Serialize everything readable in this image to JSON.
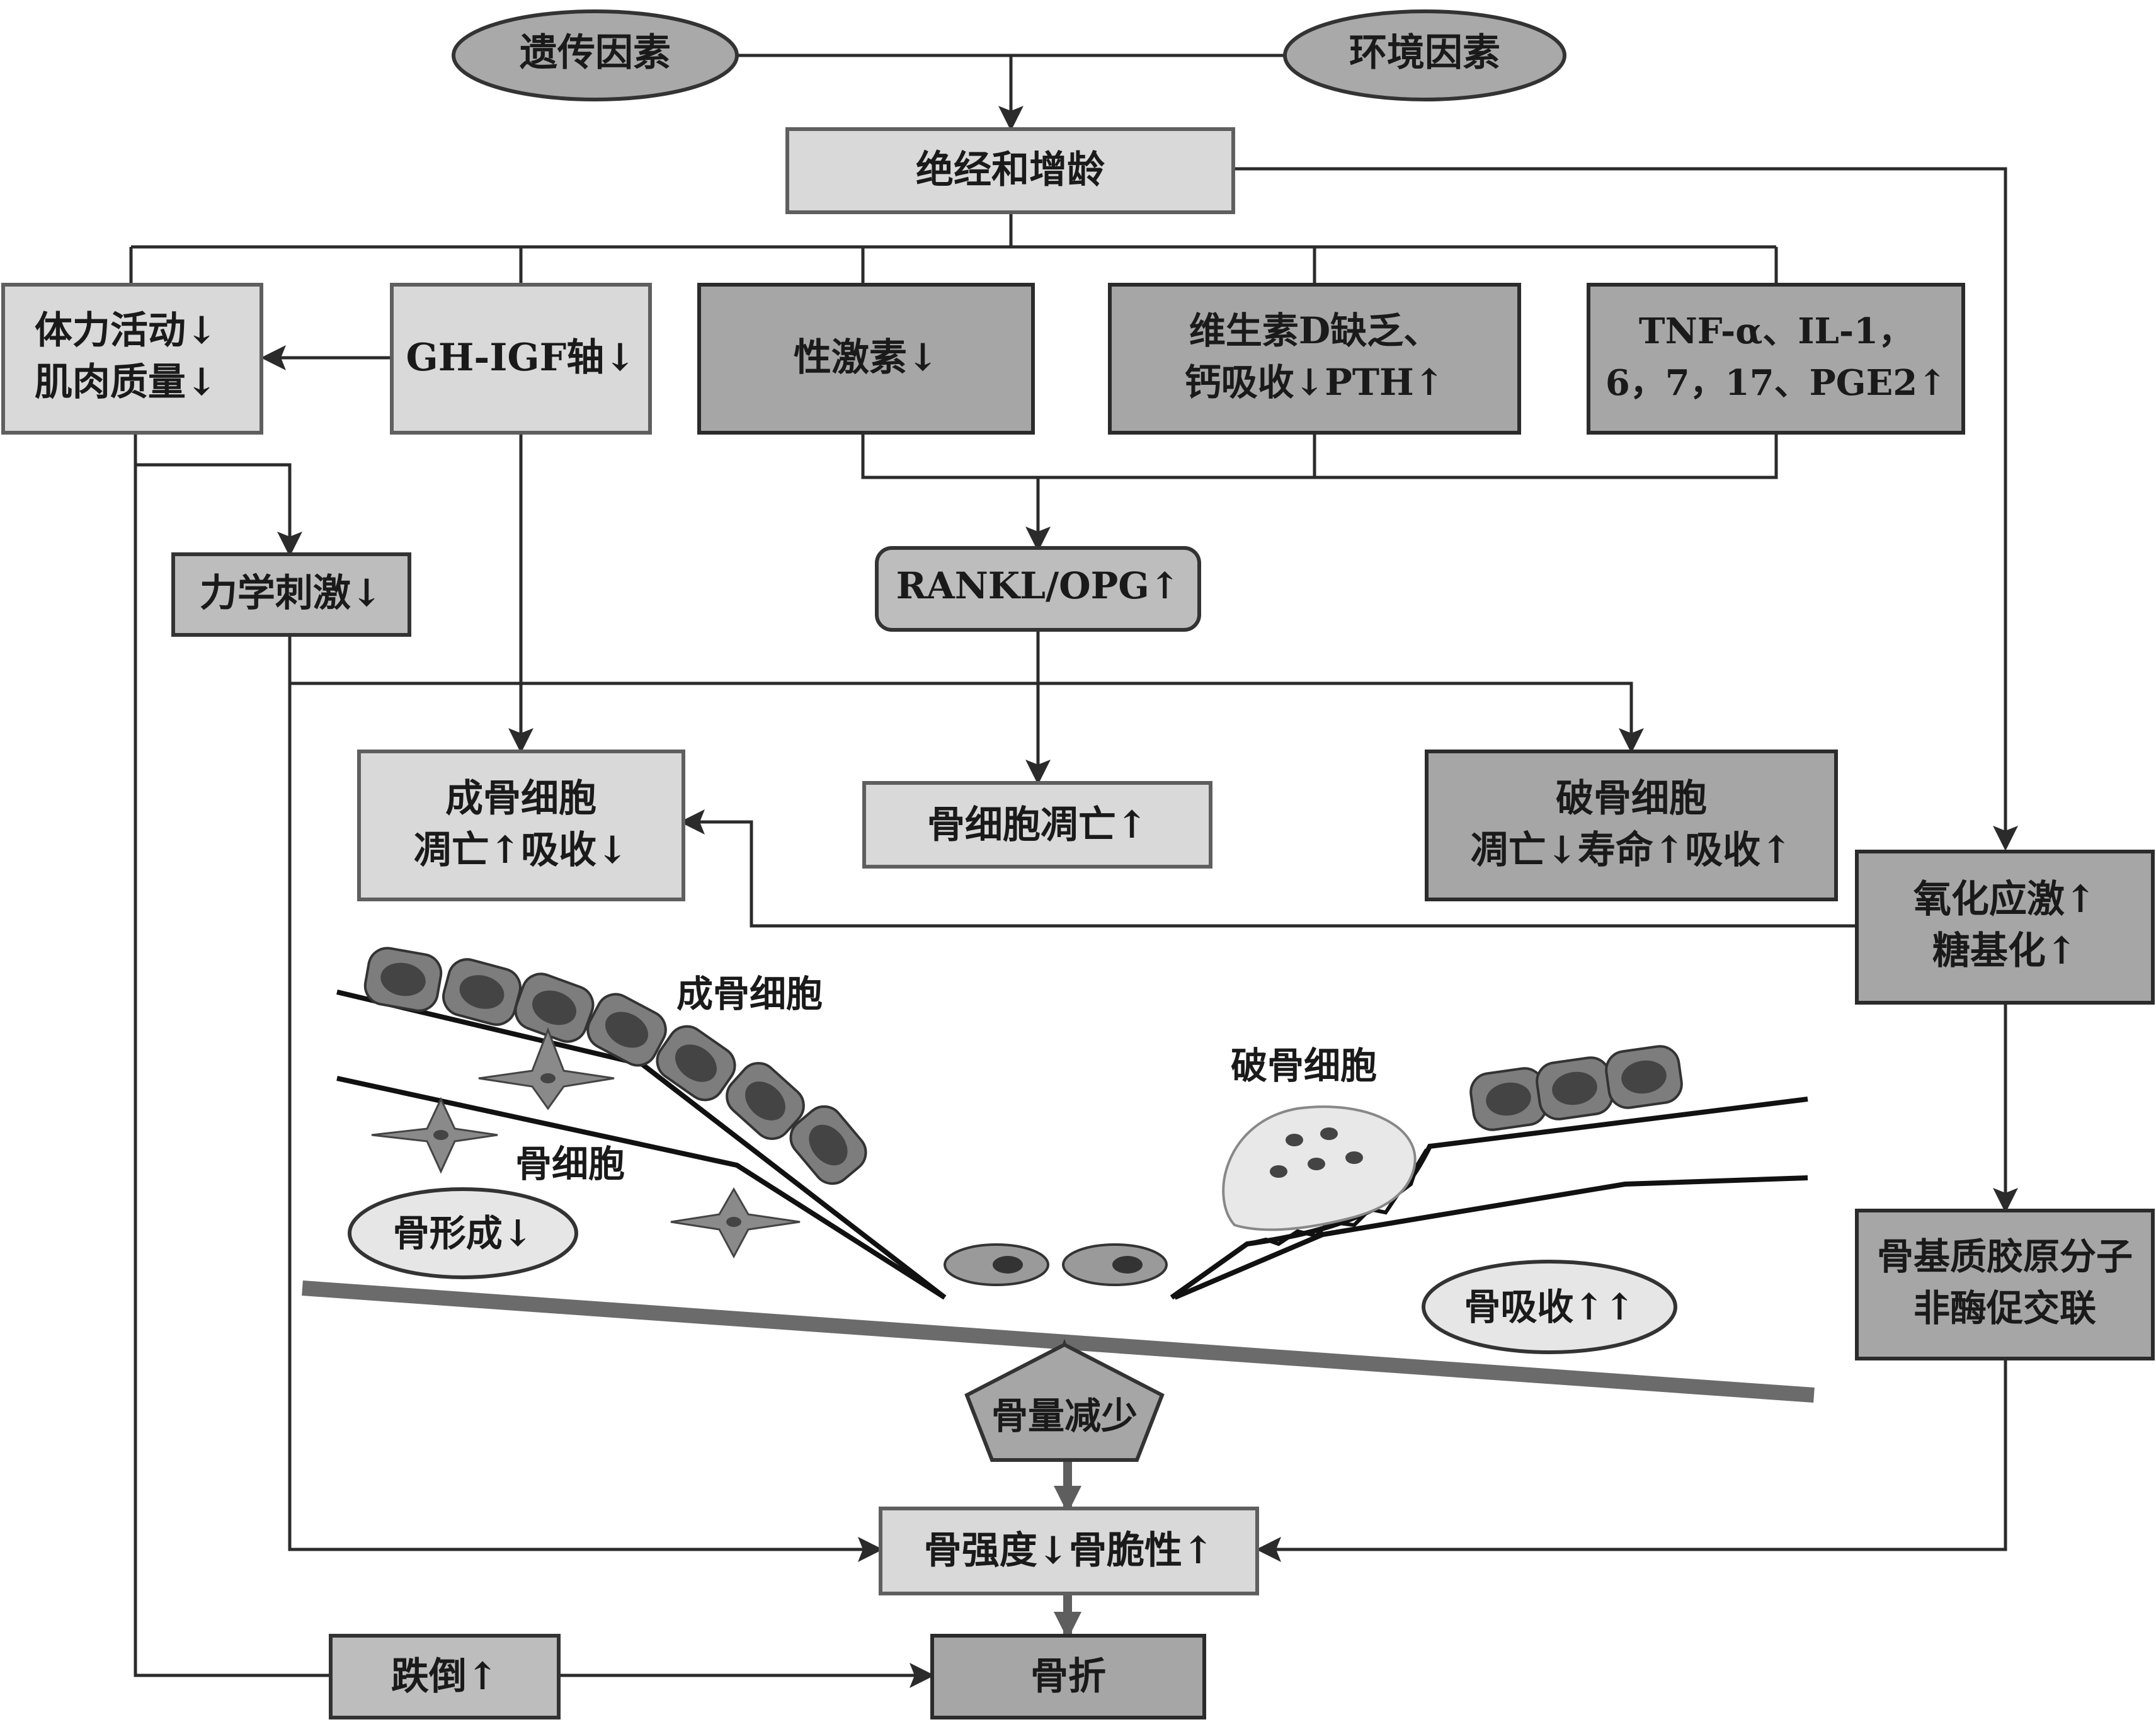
{
  "nodes": {
    "genetic": "遗传因素",
    "environment": "环境因素",
    "menopause_aging": "绝经和增龄",
    "physical_activity": [
      "体力活动↓",
      "肌肉质量↓"
    ],
    "gh_igf": "GH-IGF轴↓",
    "sex_hormone": "性激素↓",
    "vitd": [
      "维生素D缺乏、",
      "钙吸收↓PTH↑"
    ],
    "cytokines": [
      "TNF-α、IL-1，",
      "6，7，17、PGE2↑"
    ],
    "mechanical": "力学刺激↓",
    "rankl_opg": "RANKL/OPG↑",
    "osteoblast_box": [
      "成骨细胞",
      "凋亡↑吸收↓"
    ],
    "osteocyte_box": "骨细胞凋亡↑",
    "osteoclast_box": [
      "破骨细胞",
      "凋亡↓寿命↑吸收↑"
    ],
    "oxidative": [
      "氧化应激↑",
      "糖基化↑"
    ],
    "collagen": [
      "骨基质胶原分子",
      "非酶促交联"
    ],
    "bone_loss": "骨量减少",
    "bone_strength": "骨强度↓骨脆性↑",
    "falls": "跌倒↑",
    "fracture": "骨折"
  },
  "illustration": {
    "osteoblast_label": "成骨细胞",
    "osteocyte_label": "骨细胞",
    "osteoclast_label": "破骨细胞",
    "formation": "骨形成↓",
    "resorption": "骨吸收↑↑"
  }
}
